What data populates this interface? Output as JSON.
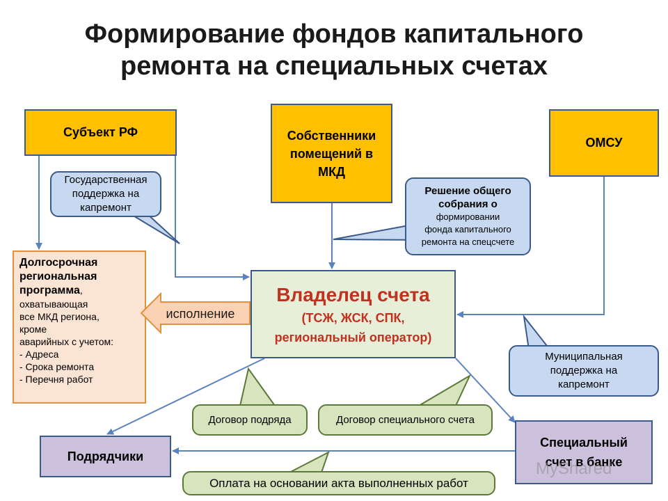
{
  "title": {
    "line1": "Формирование фондов капитального",
    "line2": "ремонта на специальных счетах"
  },
  "nodes": {
    "subject": "Субъект РФ",
    "owners": [
      "Собственники",
      "помещений в",
      "МКД"
    ],
    "omsu": "ОМСУ",
    "owner_account": {
      "main": "Владелец счета",
      "sub1": "(ТСЖ, ЖСК, СПК,",
      "sub2": "региональный оператор)"
    },
    "program": {
      "head": [
        "Долгосрочная",
        "региональная",
        "программа"
      ],
      "head_suffix": ",",
      "body": [
        "охватывающая",
        "все МКД региона,",
        "кроме",
        "аварийных с учетом:"
      ],
      "items": [
        "- Адреса",
        "- Срока ремонта",
        "- Перечня работ"
      ]
    },
    "contractors": "Подрядчики",
    "bank_account": [
      "Специальный",
      "счет в банке"
    ]
  },
  "callouts": {
    "gov_support": [
      "Государственная",
      "поддержка на",
      "капремонт"
    ],
    "decision": {
      "head": [
        "Решение общего",
        "собрания о"
      ],
      "body": [
        "формировании",
        "фонда капитального",
        "ремонта на спецсчете"
      ]
    },
    "mun_support": [
      "Муниципальная",
      "поддержка на",
      "капремонт"
    ],
    "contract_work": "Договор подряда",
    "contract_special": "Договор специального счета",
    "payment": "Оплата на основании акта выполненных работ"
  },
  "execution": "исполнение",
  "watermark": "MyShared",
  "colors": {
    "yellow": "#ffc000",
    "green_box": "#e7efd9",
    "accent_red": "#c0311f",
    "program_fill": "#fbe4d3",
    "purple": "#ccc1dc",
    "callout_blue": "#c6d9f0",
    "callout_green": "#d7e4bd",
    "line": "#5b82c0"
  }
}
